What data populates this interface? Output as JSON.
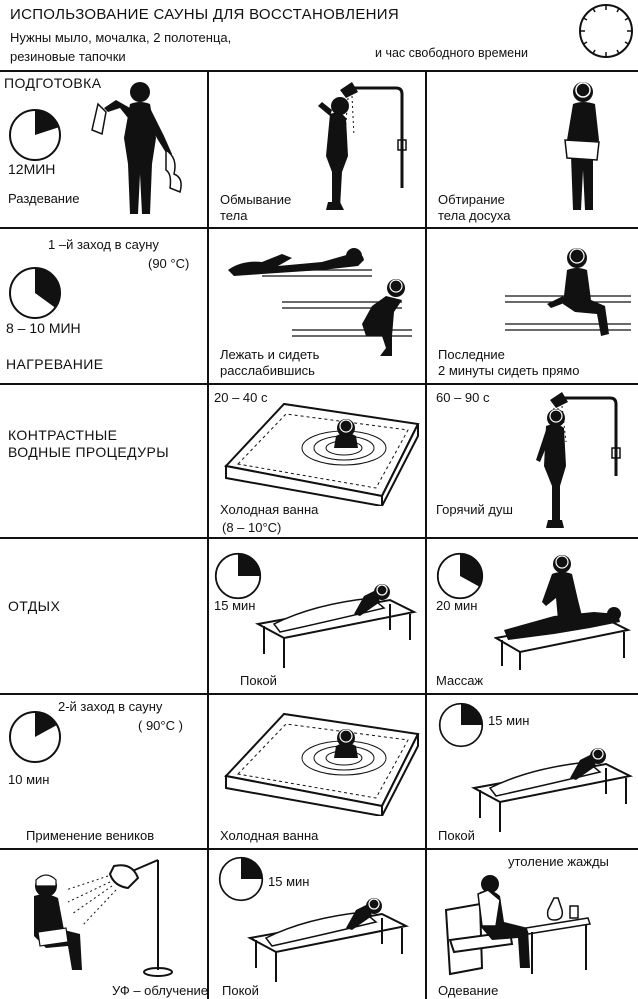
{
  "header": {
    "title": "ИСПОЛЬЗОВАНИЕ САУНЫ ДЛЯ ВОССТАНОВЛЕНИЯ",
    "needs_line1": "Нужны мыло, мочалка, 2  полотенца,",
    "needs_line2": "резиновые тапочки",
    "free_time": "и час свободного времени"
  },
  "rows": [
    {
      "left": {
        "heading": "ПОДГОТОВКА",
        "time": "12МИН",
        "caption": "Раздевание",
        "pie_fraction": 0.2
      },
      "middle": {
        "caption1": "Обмывание",
        "caption2": "тела"
      },
      "right": {
        "caption1": "Обтирание",
        "caption2": "тела досуха"
      }
    },
    {
      "left": {
        "note1": "1 –й  заход  в  сауну",
        "note2": "(90 °С)",
        "time": "8  –  10 МИН",
        "heading": "НАГРЕВАНИЕ",
        "pie_fraction": 0.35
      },
      "middle": {
        "caption1": "Лежать и сидеть",
        "caption2": "расслабившись"
      },
      "right": {
        "caption1": "Последние",
        "caption2": "2 минуты сидеть прямо"
      }
    },
    {
      "left": {
        "heading1": "КОНТРАСТНЫЕ",
        "heading2": "ВОДНЫЕ ПРОЦЕДУРЫ"
      },
      "middle": {
        "duration": "20 – 40 с",
        "caption1": "Холодная ванна",
        "caption2": "(8 – 10°С)"
      },
      "right": {
        "duration": "60 – 90 с",
        "caption1": "Горячий душ"
      }
    },
    {
      "left": {
        "heading": "ОТДЫХ"
      },
      "middle": {
        "time": "15 мин",
        "caption": "Покой",
        "pie_fraction": 0.25
      },
      "right": {
        "time": "20 мин",
        "caption": "Массаж",
        "pie_fraction": 0.33
      }
    },
    {
      "left": {
        "note1": "2-й  заход  в  сауну",
        "note2": "( 90°С )",
        "time": "10 мин",
        "caption": "Применение веников",
        "pie_fraction": 0.17
      },
      "middle": {
        "caption": "Холодная ванна"
      },
      "right": {
        "time": "15 мин",
        "caption": "Покой",
        "pie_fraction": 0.25
      }
    },
    {
      "left": {
        "caption": "УФ – облучение"
      },
      "middle": {
        "time": "15 мин",
        "caption": "Покой",
        "pie_fraction": 0.25
      },
      "right": {
        "top_label": "утоление жажды",
        "caption": "Одевание"
      }
    }
  ],
  "colors": {
    "ink": "#111111",
    "background": "#ffffff"
  }
}
